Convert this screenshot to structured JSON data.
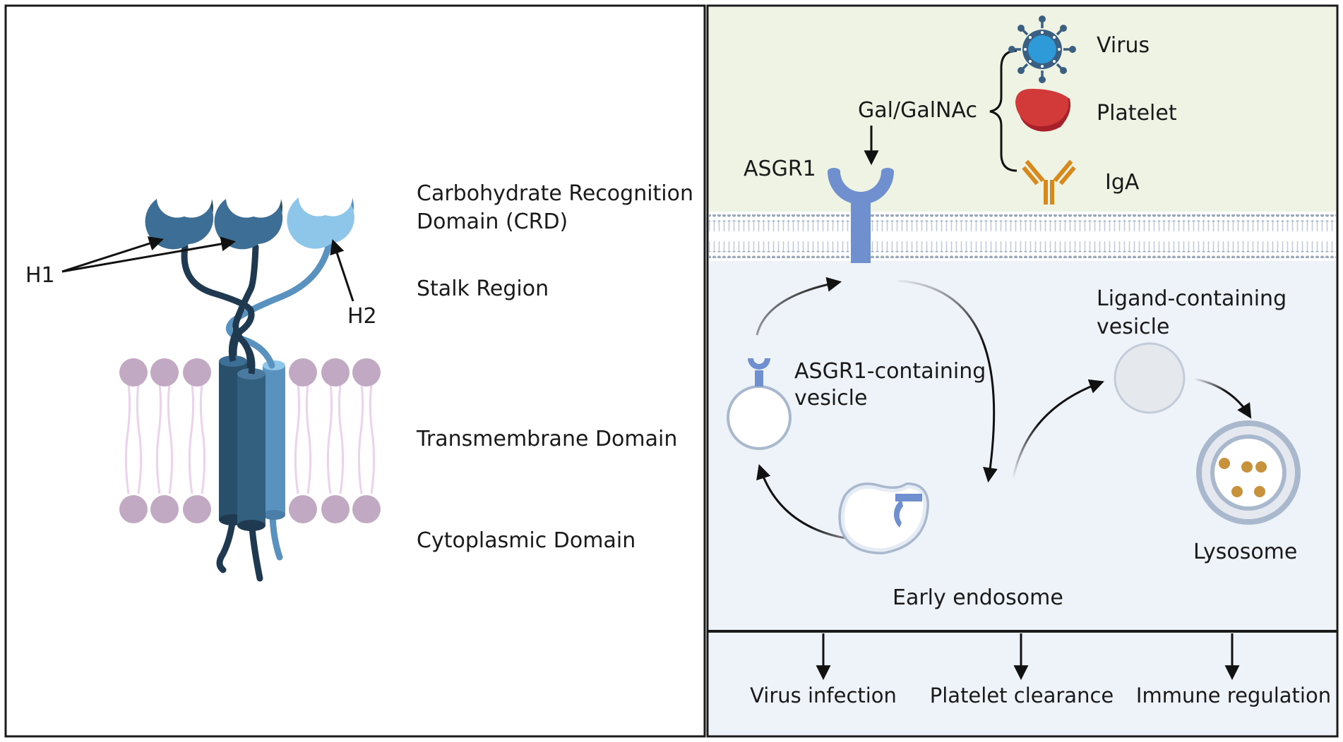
{
  "left_panel": {
    "h1_label": "H1",
    "h2_label": "H2",
    "crd_label_line1": "Carbohydrate Recognition",
    "crd_label_line2": "Domain (CRD)",
    "stalk_label": "Stalk Region",
    "tm_label": "Transmembrane Domain",
    "cyto_label": "Cytoplasmic Domain"
  },
  "right_panel": {
    "ligand_group_label": "Gal/GalNAc",
    "ligands": [
      {
        "label": "Virus",
        "icon": "virus-icon"
      },
      {
        "label": "Platelet",
        "icon": "platelet-icon"
      },
      {
        "label": "IgA",
        "icon": "iga-antibody-icon"
      }
    ],
    "receptor_label": "ASGR1",
    "asgr1_vesicle_line1": "ASGR1-containing",
    "asgr1_vesicle_line2": "vesicle",
    "ligand_vesicle_line1": "Ligand-containing",
    "ligand_vesicle_line2": "vesicle",
    "early_endosome_label": "Early endosome",
    "lysosome_label": "Lysosome",
    "outcomes": [
      "Virus infection",
      "Platelet clearance",
      "Immune regulation"
    ]
  },
  "colors": {
    "dark_blue": "#34607f",
    "mid_blue": "#3d6f96",
    "light_blue": "#7fbde6",
    "receptor_blue": "#6f8fce",
    "lipid_head": "#c2a9c3",
    "lipid_tail": "#ecd2ec",
    "extracellular_bg": "#eef3e4",
    "intracellular_bg": "#eef3f9"
  }
}
